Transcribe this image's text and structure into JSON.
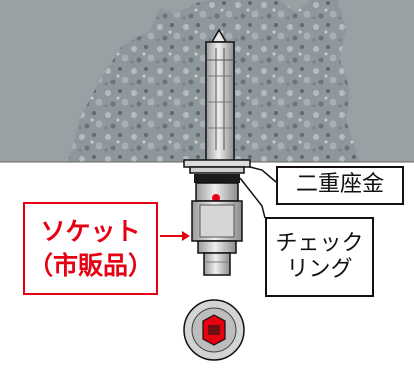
{
  "labels": {
    "double_washer": "二重座金",
    "check_ring_line1": "チェック",
    "check_ring_line2": "リング",
    "socket_line1": "ソケット",
    "socket_line2": "（市販品）"
  },
  "colors": {
    "accent_red": "#e60012",
    "concrete_gray": "#8e979c",
    "metal": "#c9c9c9",
    "outline": "#111111"
  }
}
